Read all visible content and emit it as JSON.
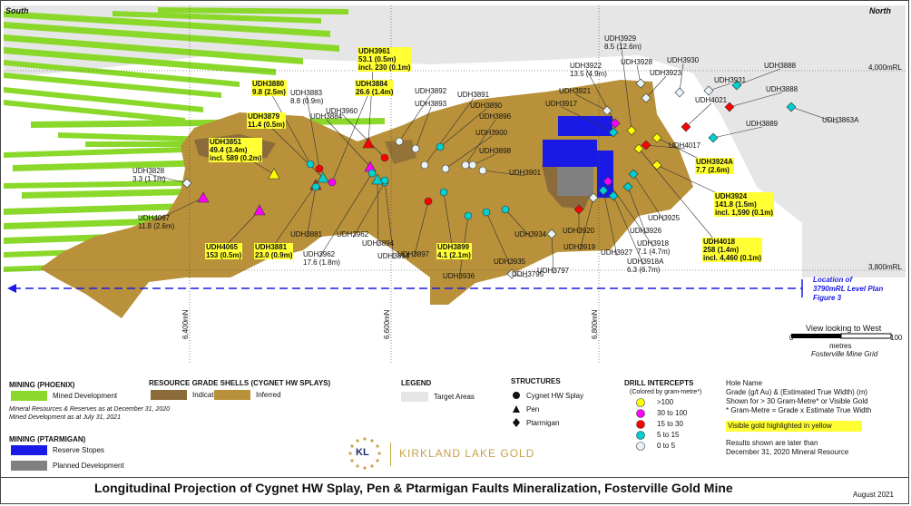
{
  "orientation": {
    "left": "South",
    "right": "North"
  },
  "elevations": [
    "4,000mRL",
    "3,800mRL"
  ],
  "eastings": [
    "6,400mN",
    "6,600mN",
    "6,800mN"
  ],
  "level_plan_note": [
    "Location of",
    "3790mRL Level Plan",
    "Figure 3"
  ],
  "view_label": "View looking to West",
  "scale": {
    "start": "0",
    "end": "100",
    "unit": "metres",
    "grid": "Fosterville Mine Grid"
  },
  "drill_holes": [
    {
      "name": "UDH3961",
      "lines": [
        "53.1 (0.5m)",
        "incl. 230 (0.1m)"
      ],
      "visible_gold": true
    },
    {
      "name": "UDH3880",
      "lines": [
        "9.8 (2.5m)"
      ],
      "visible_gold": true
    },
    {
      "name": "UDH3883",
      "lines": [
        "8.8 (0.9m)"
      ],
      "visible_gold": false
    },
    {
      "name": "UDH3884",
      "lines": [
        "26.6 (1.4m)"
      ],
      "visible_gold": true
    },
    {
      "name": "UDH3879",
      "lines": [
        "11.4 (0.5m)"
      ],
      "visible_gold": true
    },
    {
      "name": "UDH3884",
      "lines": [],
      "visible_gold": false
    },
    {
      "name": "UDH3960",
      "lines": [],
      "visible_gold": false
    },
    {
      "name": "UDH3851",
      "lines": [
        "49.4 (3.4m)",
        "incl. 589 (0.2m)"
      ],
      "visible_gold": true
    },
    {
      "name": "UDH3828",
      "lines": [
        "3.3 (1.1m)"
      ],
      "visible_gold": false
    },
    {
      "name": "UDH4067",
      "lines": [
        "11.8 (2.6m)"
      ],
      "visible_gold": false
    },
    {
      "name": "UDH4065",
      "lines": [
        "153 (0.5m)"
      ],
      "visible_gold": true
    },
    {
      "name": "UDH3881",
      "lines": [
        "23.0 (0.9m)"
      ],
      "visible_gold": true
    },
    {
      "name": "UDH3881",
      "lines": [],
      "visible_gold": false
    },
    {
      "name": "UDH3962",
      "lines": [
        "17.6 (1.8m)"
      ],
      "visible_gold": false
    },
    {
      "name": "UDH3962",
      "lines": [],
      "visible_gold": false
    },
    {
      "name": "UDH3894",
      "lines": [],
      "visible_gold": false
    },
    {
      "name": "UDH3894",
      "lines": [],
      "visible_gold": false
    },
    {
      "name": "UDH3892",
      "lines": [],
      "visible_gold": false
    },
    {
      "name": "UDH3893",
      "lines": [],
      "visible_gold": false
    },
    {
      "name": "UDH3891",
      "lines": [],
      "visible_gold": false
    },
    {
      "name": "UDH3890",
      "lines": [],
      "visible_gold": false
    },
    {
      "name": "UDH3896",
      "lines": [],
      "visible_gold": false
    },
    {
      "name": "UDH3900",
      "lines": [],
      "visible_gold": false
    },
    {
      "name": "UDH3898",
      "lines": [],
      "visible_gold": false
    },
    {
      "name": "UDH3901",
      "lines": [],
      "visible_gold": false
    },
    {
      "name": "UDH3897",
      "lines": [],
      "visible_gold": false
    },
    {
      "name": "UDH3899",
      "lines": [
        "4.1 (2.1m)"
      ],
      "visible_gold": true
    },
    {
      "name": "UDH3936",
      "lines": [],
      "visible_gold": false
    },
    {
      "name": "UDH3935",
      "lines": [],
      "visible_gold": false
    },
    {
      "name": "UDH3934",
      "lines": [],
      "visible_gold": false
    },
    {
      "name": "UDH3797",
      "lines": [],
      "visible_gold": false
    },
    {
      "name": "UDH3795",
      "lines": [],
      "visible_gold": false
    },
    {
      "name": "UDH3920",
      "lines": [],
      "visible_gold": false
    },
    {
      "name": "UDH3919",
      "lines": [],
      "visible_gold": false
    },
    {
      "name": "UDH3927",
      "lines": [],
      "visible_gold": false
    },
    {
      "name": "UDH3918A",
      "lines": [
        "6.3 (6.7m)"
      ],
      "visible_gold": false
    },
    {
      "name": "UDH3918",
      "lines": [
        "7.1 (4.7m)"
      ],
      "visible_gold": false
    },
    {
      "name": "UDH3926",
      "lines": [],
      "visible_gold": false
    },
    {
      "name": "UDH3925",
      "lines": [],
      "visible_gold": false
    },
    {
      "name": "UDH3924",
      "lines": [
        "141.8 (1.5m)",
        "incl. 1,590 (0.1m)"
      ],
      "visible_gold": true
    },
    {
      "name": "UDH4018",
      "lines": [
        "258 (1.4m)",
        "incl. 4,460 (0.1m)"
      ],
      "visible_gold": true
    },
    {
      "name": "UDH3924A",
      "lines": [
        "7.7 (2.6m)"
      ],
      "visible_gold": true
    },
    {
      "name": "UDH4017",
      "lines": [],
      "visible_gold": false
    },
    {
      "name": "UDH3917",
      "lines": [],
      "visible_gold": false
    },
    {
      "name": "UDH3921",
      "lines": [],
      "visible_gold": false
    },
    {
      "name": "UDH3922",
      "lines": [
        "13.5 (4.9m)"
      ],
      "visible_gold": false
    },
    {
      "name": "UDH3929",
      "lines": [
        "8.5 (12.6m)"
      ],
      "visible_gold": false
    },
    {
      "name": "UDH3928",
      "lines": [],
      "visible_gold": false
    },
    {
      "name": "UDH3923",
      "lines": [],
      "visible_gold": false
    },
    {
      "name": "UDH3930",
      "lines": [],
      "visible_gold": false
    },
    {
      "name": "UDH3931",
      "lines": [],
      "visible_gold": false
    },
    {
      "name": "UDH4021",
      "lines": [],
      "visible_gold": false
    },
    {
      "name": "UDH3889",
      "lines": [],
      "visible_gold": false
    },
    {
      "name": "UDH3888",
      "lines": [],
      "visible_gold": false
    },
    {
      "name": "UDH3888",
      "lines": [],
      "visible_gold": false
    },
    {
      "name": "UDH3863A",
      "lines": [],
      "visible_gold": false
    }
  ],
  "legend": {
    "phoenix_title": "MINING (PHOENIX)",
    "mined_development": "Mined Development",
    "phoenix_note": [
      "Mineral Resources & Reserves as at December 31, 2020",
      "Mined Development  as at July 31, 2021"
    ],
    "grade_shells_title": "RESOURCE GRADE SHELLS (CYGNET HW SPLAYS)",
    "indicated": "Indicated",
    "inferred": "Inferred",
    "ptarmigan_title": "MINING (PTARMIGAN)",
    "reserve_stopes": "Reserve Stopes",
    "planned_development": "Planned Development",
    "legend_title": "LEGEND",
    "target_areas": "Target Areas",
    "structures_title": "STRUCTURES",
    "structures": [
      "Cygnet HW Splay",
      "Pen",
      "Ptarmigan"
    ],
    "intercepts_title": "DRILL INTERCEPTS",
    "intercepts_subtitle": "(Colored by gram-metre*)",
    "intercept_classes": [
      {
        "label": ">100",
        "color": "#ffff00"
      },
      {
        "label": "30  to  100",
        "color": "#ff00ff"
      },
      {
        "label": "15  to    30",
        "color": "#ff0000"
      },
      {
        "label": "5  to    15",
        "color": "#00d0d0"
      },
      {
        "label": "0  to     5",
        "color": "#e8f4fa"
      }
    ],
    "hole_info": [
      "Hole Name",
      "Grade (g/t Au) & (Estimated True Width) (m)",
      "Shown for > 30 Gram-Metre* or Visible Gold",
      "* Gram-Metre = Grade x Estimate True Width"
    ],
    "visible_gold_note": "Visible gold highlighted in yellow",
    "results_note": [
      "Results shown are later than",
      "December 31, 2020 Mineral Resource"
    ]
  },
  "logo": {
    "initials": "KL",
    "company": "KIRKLAND LAKE GOLD"
  },
  "colors": {
    "mined": "#8ad82a",
    "indicated": "#8b6b3a",
    "inferred": "#b8913a",
    "reserve": "#1a1ae6",
    "planned": "#808080",
    "target": "#e6e6e6"
  },
  "title": "Longitudinal Projection of Cygnet HW Splay, Pen & Ptarmigan Faults Mineralization, Fosterville Gold Mine",
  "date": "August 2021"
}
